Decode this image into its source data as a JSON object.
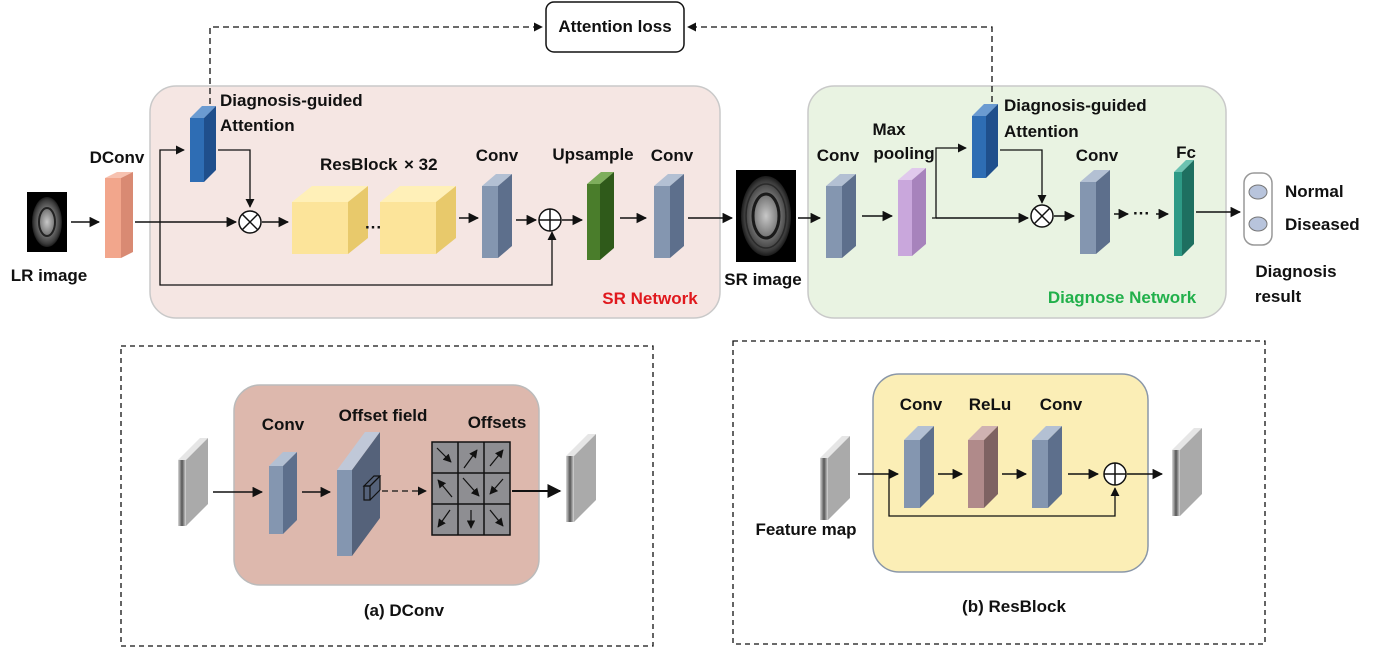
{
  "title": "",
  "labels": {
    "attention_loss": "Attention loss",
    "dconv": "DConv",
    "lr_image": "LR image",
    "diag_attention_1": "Diagnosis-guided",
    "diag_attention_1b": "Attention",
    "resblock": "ResBlock",
    "resblock_times": "× 32",
    "conv_1": "Conv",
    "upsample": "Upsample",
    "conv_2": "Conv",
    "sr_image": "SR image",
    "sr_network": "SR Network",
    "conv_3": "Conv",
    "max_pooling_1": "Max",
    "max_pooling_2": "pooling",
    "diag_attention_2": "Diagnosis-guided",
    "diag_attention_2b": "Attention",
    "conv_4": "Conv",
    "fc": "Fc",
    "diagnose_network": "Diagnose Network",
    "normal": "Normal",
    "diseased": "Diseased",
    "diagnosis_result_1": "Diagnosis",
    "diagnosis_result_2": "result",
    "ellipsis_1": "···",
    "ellipsis_2": "···"
  },
  "dconv_panel": {
    "conv": "Conv",
    "offset_field": "Offset field",
    "offsets": "Offsets",
    "caption": "(a) DConv"
  },
  "resblock_panel": {
    "conv_a": "Conv",
    "relu": "ReLu",
    "conv_b": "Conv",
    "feature_map": "Feature map",
    "caption": "(b) ResBlock"
  },
  "colors": {
    "sr_bg": "#f5e6e3",
    "diag_bg": "#e9f3e2",
    "sr_label": "#e0191e",
    "diag_label": "#22b04b",
    "dconv_block": "#f2a68c",
    "attention_block": "#2e6db4",
    "resblock_cube": "#fce49a",
    "conv_block": "#8496b0",
    "upsample_block": "#4a7d2b",
    "maxpool_block": "#c9a7dc",
    "fc_block": "#2e9a86",
    "dconv_panel_bg": "#ddb8ad",
    "resblock_panel_bg": "#fbeeb6",
    "relu_block": "#b08a8a"
  }
}
